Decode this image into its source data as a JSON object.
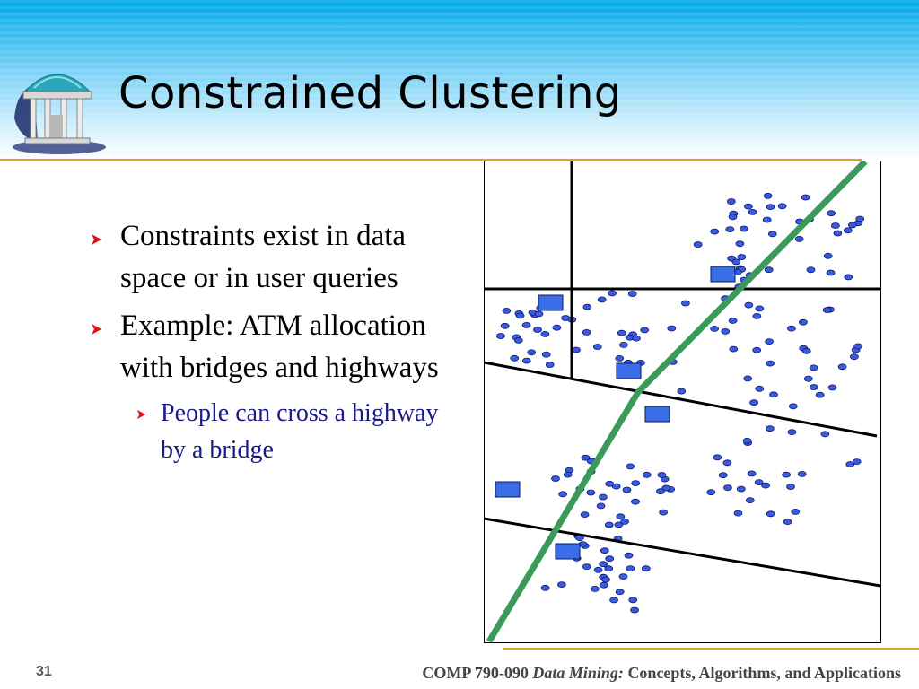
{
  "slide": {
    "title": "Constrained Clustering",
    "bullets": [
      {
        "text": "Constraints exist in data space or in user queries"
      },
      {
        "text": "Example: ATM allocation with bridges and highways"
      }
    ],
    "sub_bullet": {
      "text": "People can cross a highway by a bridge"
    },
    "slide_number": "31",
    "footer": {
      "course": "COMP 790-090",
      "italic": "Data Mining:",
      "rest": "Concepts, Algorithms, and Applications"
    }
  },
  "colors": {
    "header_blue": "#00a8e8",
    "rule_gold": "#e0a020",
    "bullet_red": "#e01010",
    "sub_text_blue": "#1a1a8c",
    "highway_green": "#3a9a5a",
    "atm_blue": "#3a6ee8",
    "point_fill": "#3a5adf"
  },
  "icons": [
    "gazebo-logo-icon",
    "bullet-arrow-icon"
  ]
}
